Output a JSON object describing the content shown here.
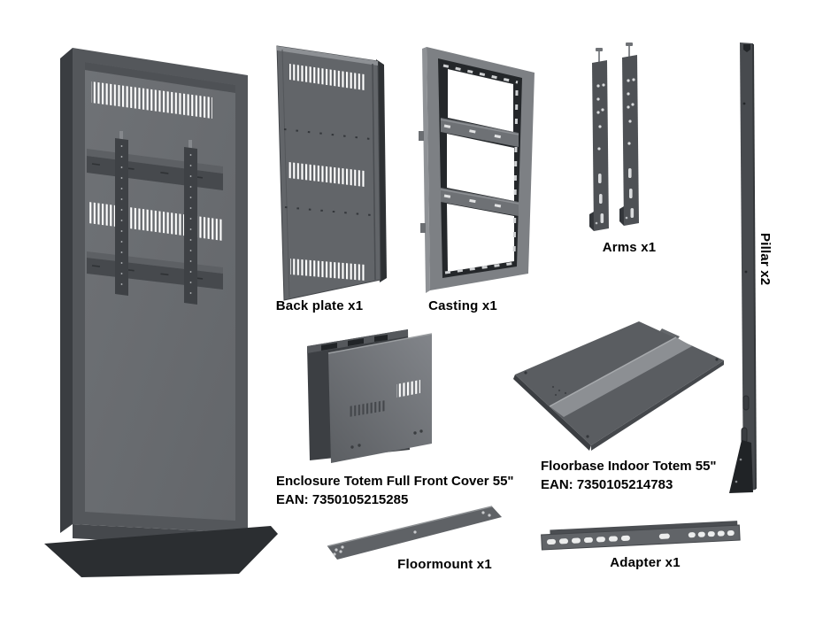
{
  "figure": {
    "background": "#ffffff",
    "label_color": "#000000"
  },
  "colors": {
    "metal_mid_gray": "#6b6e72",
    "metal_frame_gray": "#54575b",
    "metal_dark": "#3a3d41",
    "metal_darkest": "#24272a",
    "metal_light": "#8c8f93",
    "base_black": "#2b2e31",
    "vent_white": "#ffffff"
  },
  "parts": {
    "back_plate": {
      "label": "Back plate x1"
    },
    "casting": {
      "label": "Casting x1"
    },
    "arms": {
      "label": "Arms x1"
    },
    "pillar": {
      "label": "Pillar x2"
    },
    "enclosure": {
      "label": "Enclosure Totem Full Front Cover 55\"",
      "ean": "EAN: 7350105215285"
    },
    "floorbase": {
      "label": "Floorbase Indoor Totem 55\"",
      "ean": "EAN: 7350105214783"
    },
    "floormount": {
      "label": "Floormount x1"
    },
    "adapter": {
      "label": "Adapter x1"
    }
  }
}
